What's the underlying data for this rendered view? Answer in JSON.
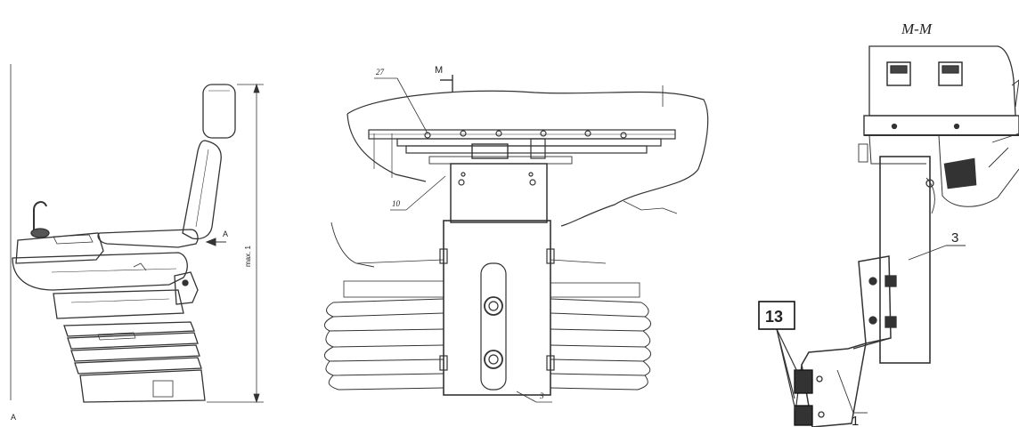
{
  "views": {
    "side": {
      "view_label": "A",
      "arrow_label": "A",
      "height_dim": "max. 1"
    },
    "front": {
      "section_mark": "M",
      "callouts": [
        "27",
        "10",
        "3"
      ]
    },
    "section": {
      "title": "M-M",
      "callout_main": "3",
      "callout_bracket": "1",
      "boxed_callout": "13"
    }
  }
}
